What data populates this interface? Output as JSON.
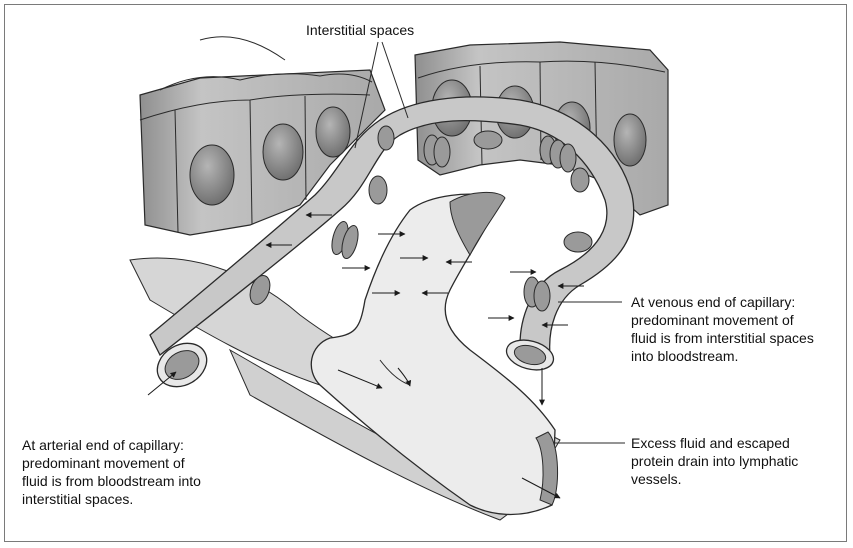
{
  "labels": {
    "interstitial": "Interstitial spaces",
    "venous": [
      "At venous end of capillary:",
      "predominant movement of",
      "fluid is from interstitial spaces",
      "into bloodstream."
    ],
    "arterial": [
      "At arterial end of capillary:",
      "predominant movement of",
      "fluid is from bloodstream into",
      "interstitial spaces."
    ],
    "lymph": [
      "Excess fluid and escaped",
      "protein drain into lymphatic",
      "vessels."
    ]
  },
  "colors": {
    "cell_fill": "#b9b9b9",
    "cell_dark": "#8a8a8a",
    "nucleus": "#7c7c7c",
    "capillary": "#c8c8c8",
    "lymphatic": "#ececec",
    "tissue": "#d6d6d6",
    "outline": "#2a2a2a"
  },
  "icons": [
    "flow-arrow-icon"
  ]
}
